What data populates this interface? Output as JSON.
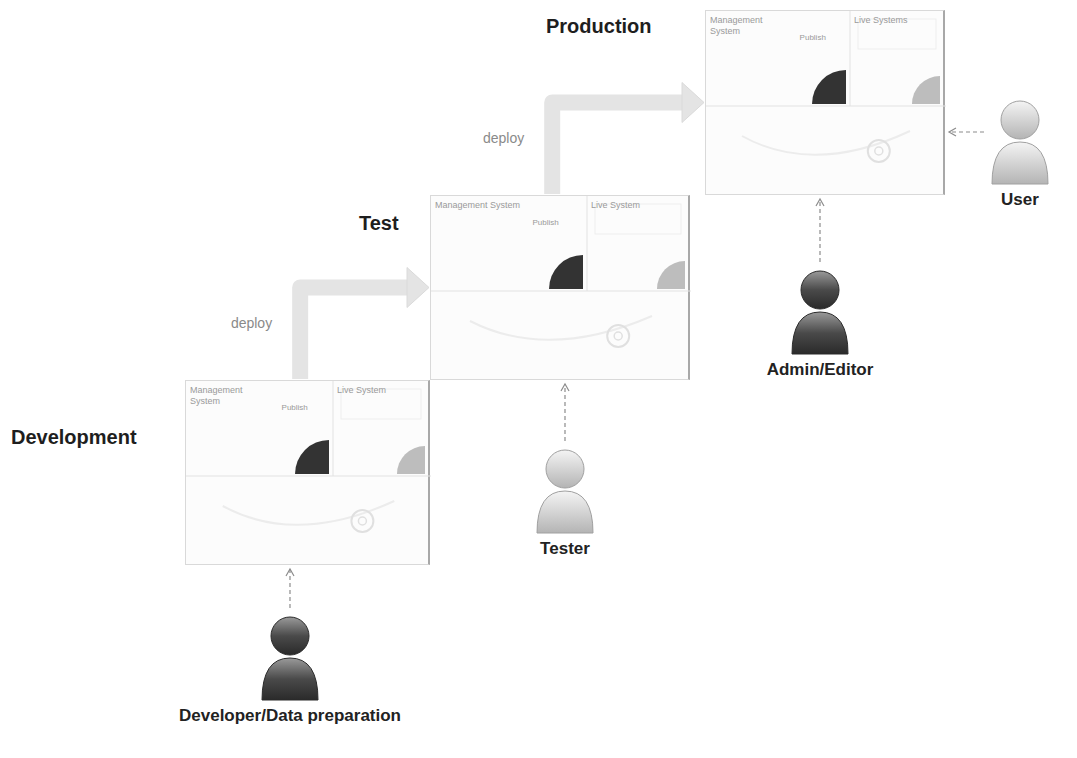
{
  "diagram": {
    "nodes": [
      {
        "text": [
          "Development"
        ]
      },
      {
        "text": [
          "Management System"
        ],
        "in": 0
      },
      {
        "text": [
          "Live System"
        ],
        "in": 0
      },
      {
        "text": [
          "Test"
        ]
      },
      {
        "text": [
          "Management System"
        ],
        "in": 3
      },
      {
        "text": [
          "Live System"
        ],
        "in": 3
      },
      {
        "text": [
          "Production"
        ]
      },
      {
        "text": [
          "Management System"
        ],
        "in": 6
      },
      {
        "text": [
          "Live Systems"
        ],
        "in": 6
      },
      {
        "text": [
          "Developer/Data preparation"
        ]
      },
      {
        "text": [
          "Tester"
        ]
      },
      {
        "text": [
          "Admin/Editor"
        ]
      },
      {
        "text": [
          "User"
        ]
      }
    ],
    "edges": [
      {
        "from": 0,
        "to": 3,
        "label": "deploy",
        "arrow": "to"
      },
      {
        "from": 3,
        "to": 6,
        "label": "deploy",
        "arrow": "to"
      },
      {
        "from": 9,
        "to": 0,
        "arrow": "to"
      },
      {
        "from": 10,
        "to": 3,
        "arrow": "to"
      },
      {
        "from": 11,
        "to": 6,
        "arrow": "to"
      },
      {
        "from": 12,
        "to": 6,
        "arrow": "to"
      }
    ],
    "labels": [
      "Publish",
      "Publish",
      "Publish"
    ]
  }
}
